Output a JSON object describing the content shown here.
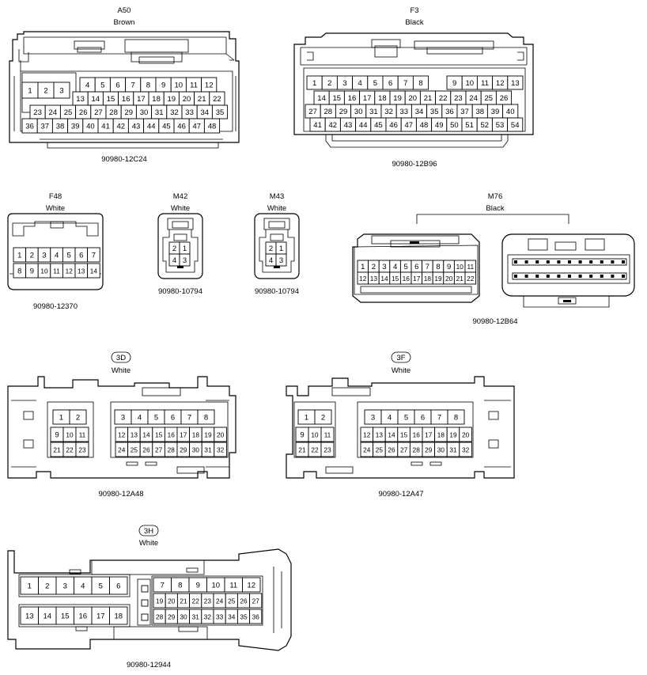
{
  "connectors": [
    {
      "id": "A50",
      "color": "Brown",
      "part": "90980-12C24"
    },
    {
      "id": "F3",
      "color": "Black",
      "part": "90980-12B96"
    },
    {
      "id": "F48",
      "color": "White",
      "part": "90980-12370"
    },
    {
      "id": "M42",
      "color": "White",
      "part": "90980-10794"
    },
    {
      "id": "M43",
      "color": "White",
      "part": "90980-10794"
    },
    {
      "id": "M76",
      "color": "Black",
      "part": "90980-12B64"
    },
    {
      "id": "3D",
      "color": "White",
      "part": "90980-12A48"
    },
    {
      "id": "3F",
      "color": "White",
      "part": "90980-12A47"
    },
    {
      "id": "3H",
      "color": "White",
      "part": "90980-12944"
    }
  ],
  "pins": {
    "a50_r1": [
      "1",
      "2",
      "3"
    ],
    "a50_r2": [
      "4",
      "5",
      "6",
      "7",
      "8",
      "9",
      "10",
      "11",
      "12"
    ],
    "a50_r3": [
      "13",
      "14",
      "15",
      "16",
      "17",
      "18",
      "19",
      "20",
      "21",
      "22"
    ],
    "a50_r4": [
      "23",
      "24",
      "25",
      "26",
      "27",
      "28",
      "29",
      "30",
      "31",
      "32",
      "33",
      "34",
      "35"
    ],
    "a50_r5": [
      "36",
      "37",
      "38",
      "39",
      "40",
      "41",
      "42",
      "43",
      "44",
      "45",
      "46",
      "47",
      "48"
    ],
    "f3_r1a": [
      "1",
      "2",
      "3",
      "4",
      "5",
      "6",
      "7",
      "8"
    ],
    "f3_r1b": [
      "9",
      "10",
      "11",
      "12",
      "13"
    ],
    "f3_r2": [
      "14",
      "15",
      "16",
      "17",
      "18",
      "19",
      "20",
      "21",
      "22",
      "23",
      "24",
      "25",
      "26"
    ],
    "f3_r3": [
      "27",
      "28",
      "29",
      "30",
      "31",
      "32",
      "33",
      "34",
      "35",
      "36",
      "37",
      "38",
      "39",
      "40"
    ],
    "f3_r4": [
      "41",
      "42",
      "43",
      "44",
      "45",
      "46",
      "47",
      "48",
      "49",
      "50",
      "51",
      "52",
      "53",
      "54"
    ],
    "f48_r1": [
      "1",
      "2",
      "3",
      "4",
      "5",
      "6",
      "7"
    ],
    "f48_r2": [
      "8",
      "9",
      "10",
      "11",
      "12",
      "13",
      "14"
    ],
    "m42": [
      "2",
      "1",
      "4",
      "3"
    ],
    "m43": [
      "2",
      "1",
      "4",
      "3"
    ],
    "m76_r1": [
      "1",
      "2",
      "3",
      "4",
      "5",
      "6",
      "7",
      "8",
      "9",
      "10",
      "11"
    ],
    "m76_r2": [
      "12",
      "13",
      "14",
      "15",
      "16",
      "17",
      "18",
      "19",
      "20",
      "21",
      "22"
    ],
    "c3d_a": [
      "1",
      "2"
    ],
    "c3d_b": [
      "9",
      "10",
      "11"
    ],
    "c3d_c": [
      "21",
      "22",
      "23"
    ],
    "c3d_d": [
      "3",
      "4",
      "5",
      "6",
      "7",
      "8"
    ],
    "c3d_e": [
      "12",
      "13",
      "14",
      "15",
      "16",
      "17",
      "18",
      "19",
      "20"
    ],
    "c3d_f": [
      "24",
      "25",
      "26",
      "27",
      "28",
      "29",
      "30",
      "31",
      "32"
    ],
    "c3f_a": [
      "1",
      "2"
    ],
    "c3f_b": [
      "9",
      "10",
      "11"
    ],
    "c3f_c": [
      "21",
      "22",
      "23"
    ],
    "c3f_d": [
      "3",
      "4",
      "5",
      "6",
      "7",
      "8"
    ],
    "c3f_e": [
      "12",
      "13",
      "14",
      "15",
      "16",
      "17",
      "18",
      "19",
      "20"
    ],
    "c3f_f": [
      "24",
      "25",
      "26",
      "27",
      "28",
      "29",
      "30",
      "31",
      "32"
    ],
    "c3h_a": [
      "1",
      "2",
      "3",
      "4",
      "5",
      "6"
    ],
    "c3h_b": [
      "13",
      "14",
      "15",
      "16",
      "17",
      "18"
    ],
    "c3h_c": [
      "7",
      "8",
      "9",
      "10",
      "11",
      "12"
    ],
    "c3h_d": [
      "19",
      "20",
      "21",
      "22",
      "23",
      "24",
      "25",
      "26",
      "27"
    ],
    "c3h_e": [
      "28",
      "29",
      "30",
      "31",
      "32",
      "33",
      "34",
      "35",
      "36"
    ]
  }
}
